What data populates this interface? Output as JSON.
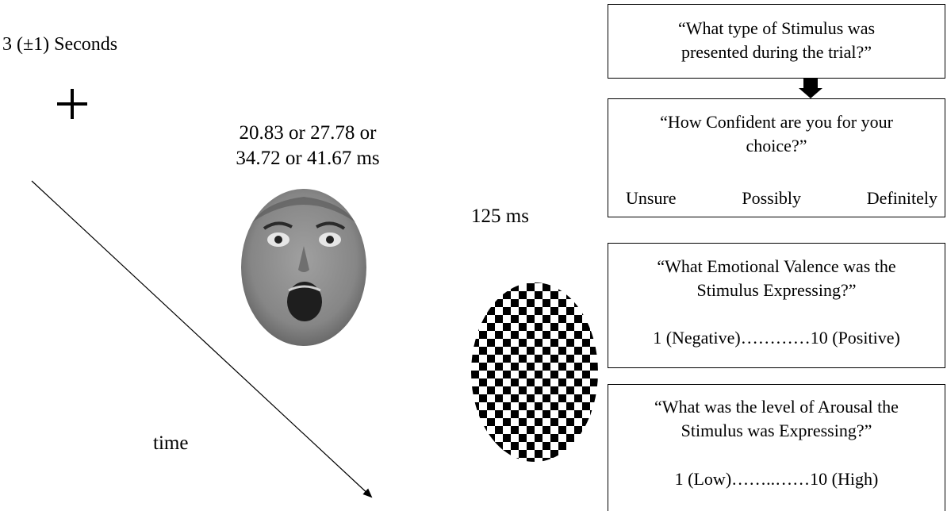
{
  "left": {
    "fixation_duration": "3 (±1) Seconds",
    "fixation_symbol": "+",
    "stimulus_duration_line1": "20.83 or 27.78 or",
    "stimulus_duration_line2": "34.72 or 41.67 ms",
    "mask_duration": "125 ms",
    "time_label": "time"
  },
  "questions": {
    "q1": {
      "line1": "“What type of Stimulus was",
      "line2": "presented during the trial?”"
    },
    "q2": {
      "line1": "“How Confident are you for your",
      "line2": "choice?”",
      "options": [
        "Unsure",
        "Possibly",
        "Definitely"
      ]
    },
    "q3": {
      "line1": "“What Emotional Valence was the",
      "line2": "Stimulus Expressing?”",
      "scale": "1 (Negative)…………10 (Positive)"
    },
    "q4": {
      "line1": "“What was the level of Arousal the",
      "line2": "Stimulus was Expressing?”",
      "scale": "1 (Low)……..……10 (High)"
    }
  },
  "colors": {
    "line": "#000000",
    "face_skin": "#8c8c8c",
    "background": "#ffffff"
  }
}
